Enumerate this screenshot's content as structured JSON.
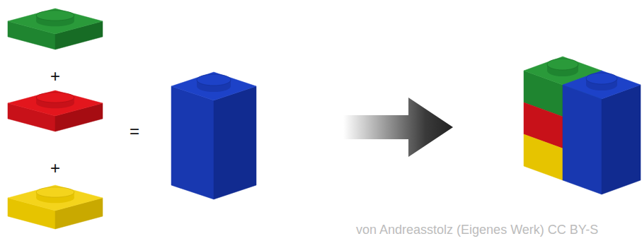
{
  "diagram": {
    "labels": [
      "+",
      "+",
      "=",
      "von Andreasstolz (Eigenes Werk) CC BY-S"
    ]
  }
}
